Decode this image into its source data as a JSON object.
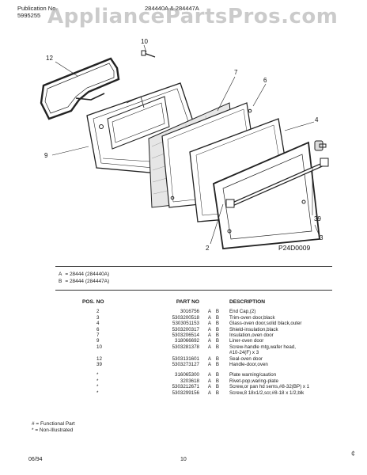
{
  "header": {
    "pub_label": "Publication No.",
    "pub_number": "5995255",
    "models": "284440A & 284447A",
    "watermark": "AppliancePartsPros.com"
  },
  "diagram": {
    "figure_id": "P24D0009",
    "callouts": [
      "10",
      "12",
      "7",
      "6",
      "4",
      "9",
      "39",
      "3",
      "2"
    ]
  },
  "legend": [
    {
      "key": "A",
      "model": "= 28444 (284440A)"
    },
    {
      "key": "B",
      "model": "= 28444 (284447A)"
    }
  ],
  "parts_table": {
    "headers": {
      "pos": "POS. NO",
      "part": "PART NO",
      "desc": "DESCRIPTION"
    },
    "rows": [
      {
        "pos": "2",
        "part": "3016756",
        "a": "A",
        "b": "B",
        "desc": "End Cap,(2)"
      },
      {
        "pos": "3",
        "part": "5303200518",
        "a": "A",
        "b": "B",
        "desc": "Trim-oven door,black"
      },
      {
        "pos": "4",
        "part": "5303051153",
        "a": "A",
        "b": "B",
        "desc": "Glass-oven door,solid black,outer"
      },
      {
        "pos": "6",
        "part": "5303200317",
        "a": "A",
        "b": "B",
        "desc": "Shield-insulation,black"
      },
      {
        "pos": "7",
        "part": "5303206514",
        "a": "A",
        "b": "B",
        "desc": "Insulation,oven door"
      },
      {
        "pos": "9",
        "part": "318066692",
        "a": "A",
        "b": "B",
        "desc": "Liner-oven door"
      },
      {
        "pos": "10",
        "part": "5303281378",
        "a": "A",
        "b": "B",
        "desc": "Screw-handle mtg,wafer head,"
      },
      {
        "pos": "",
        "part": "",
        "a": "",
        "b": "",
        "desc": "#10-24(F) x 3"
      },
      {
        "pos": "12",
        "part": "5303131601",
        "a": "A",
        "b": "B",
        "desc": "Seal-oven door"
      },
      {
        "pos": "39",
        "part": "5303273127",
        "a": "A",
        "b": "B",
        "desc": "Handle-door,oven"
      },
      {
        "pos": "*",
        "part": "316065300",
        "a": "A",
        "b": "B",
        "desc": "Plate warning/caution"
      },
      {
        "pos": "*",
        "part": "3203618",
        "a": "A",
        "b": "B",
        "desc": "Rivet-pop,waring-plate"
      },
      {
        "pos": "*",
        "part": "5303212671",
        "a": "A",
        "b": "B",
        "desc": "Screw,or pan hd sems,#8-32(BP) x 1"
      },
      {
        "pos": "*",
        "part": "5303299156",
        "a": "A",
        "b": "B",
        "desc": "Screw,8 18x1/2,scr,#8-18 x 1/2,blk"
      }
    ]
  },
  "footnotes": [
    "# = Functional Part",
    "* = Non-Illustrated"
  ],
  "footer": {
    "date": "06/94",
    "page": "10"
  },
  "corner_mark": "¢"
}
